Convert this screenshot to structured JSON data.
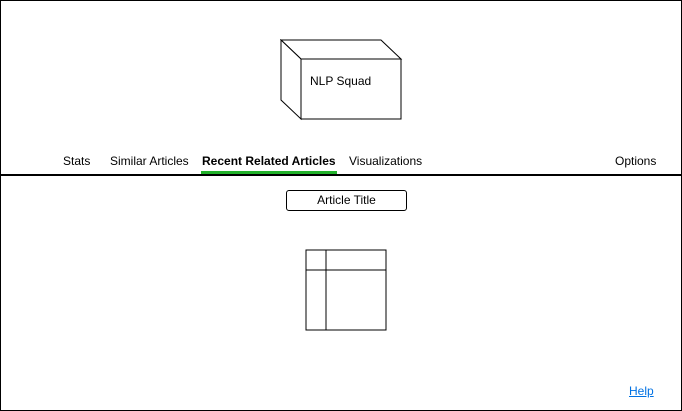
{
  "header": {
    "logo_text": "NLP Squad",
    "logo_icon": "box-3d-icon"
  },
  "nav": {
    "tabs": [
      {
        "label": "Stats",
        "active": false
      },
      {
        "label": "Similar Articles",
        "active": false
      },
      {
        "label": "Recent Related Articles",
        "active": true
      },
      {
        "label": "Visualizations",
        "active": false
      }
    ],
    "options_label": "Options",
    "active_color": "#22b22b"
  },
  "main": {
    "article_title_label": "Article Title",
    "table_icon": "table-icon"
  },
  "footer": {
    "help_label": "Help",
    "link_color": "#0071e3"
  }
}
